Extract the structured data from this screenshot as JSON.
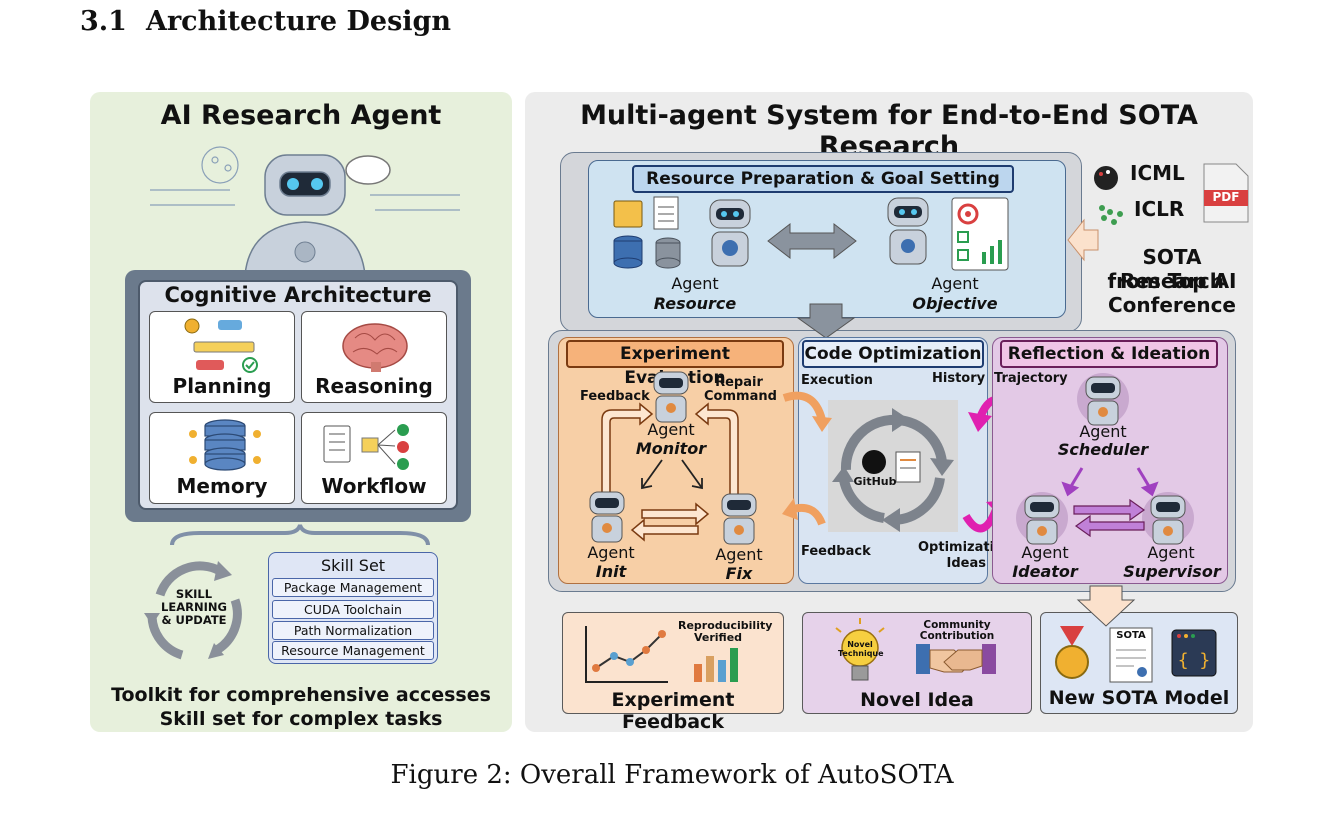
{
  "section": {
    "number": "3.1",
    "title": "Architecture Design"
  },
  "caption": "Figure 2: Overall Framework of AutoSOTA",
  "left_panel": {
    "title": "AI Research Agent",
    "cognitive": {
      "title": "Cognitive Architecture",
      "items": [
        "Planning",
        "Reasoning",
        "Memory",
        "Workflow"
      ]
    },
    "skill_cycle": "SKILL\nLEARNING\n& UPDATE",
    "skill_set": {
      "title": "Skill Set",
      "items": [
        "Package Management",
        "CUDA Toolchain",
        "Path Normalization",
        "Resource Management"
      ]
    },
    "footer": [
      "Toolkit for comprehensive accesses",
      "Skill set for complex tasks"
    ]
  },
  "right_panel": {
    "title": "Multi-agent System for End-to-End SOTA Research",
    "resource_prep": {
      "title": "Resource Preparation & Goal Setting",
      "agents": [
        {
          "role": "Agent",
          "name": "Resource"
        },
        {
          "role": "Agent",
          "name": "Objective"
        }
      ]
    },
    "source": {
      "logos": [
        "ICML",
        "ICLR",
        "PDF"
      ],
      "text": [
        "SOTA Research",
        "from Top AI",
        "Conference"
      ]
    },
    "experiment_eval": {
      "title": "Experiment Evaluation",
      "labels": {
        "feedback": "Feedback",
        "repair": "Repair\nCommand"
      },
      "agents": [
        {
          "role": "Agent",
          "name": "Monitor"
        },
        {
          "role": "Agent",
          "name": "Init"
        },
        {
          "role": "Agent",
          "name": "Fix"
        }
      ]
    },
    "code_opt": {
      "title": "Code Optimization",
      "labels": {
        "execution": "Execution",
        "history": "History",
        "feedback": "Feedback",
        "ideas": "Optimization\nIdeas"
      },
      "github": "GitHub"
    },
    "reflection": {
      "title": "Reflection & Ideation",
      "labels": {
        "trajectory": "Trajectory"
      },
      "agents": [
        {
          "role": "Agent",
          "name": "Scheduler"
        },
        {
          "role": "Agent",
          "name": "Ideator"
        },
        {
          "role": "Agent",
          "name": "Supervisor"
        }
      ]
    },
    "outputs": [
      {
        "title": "Experiment Feedback",
        "tag": "Reproducibility\nVerified"
      },
      {
        "title": "Novel Idea",
        "tag": "Community\nContribution",
        "tag2": "Novel\nTechnique"
      },
      {
        "title": "New SOTA Model",
        "tag": "SOTA"
      }
    ]
  },
  "colors": {
    "left_bg": "#e7f0dc",
    "right_bg": "#ececec",
    "resource_bg": "#cfe3f1",
    "eval_bg": "#f7cfa6",
    "code_bg": "#d9e4f2",
    "reflect_bg": "#e3c9e6"
  }
}
